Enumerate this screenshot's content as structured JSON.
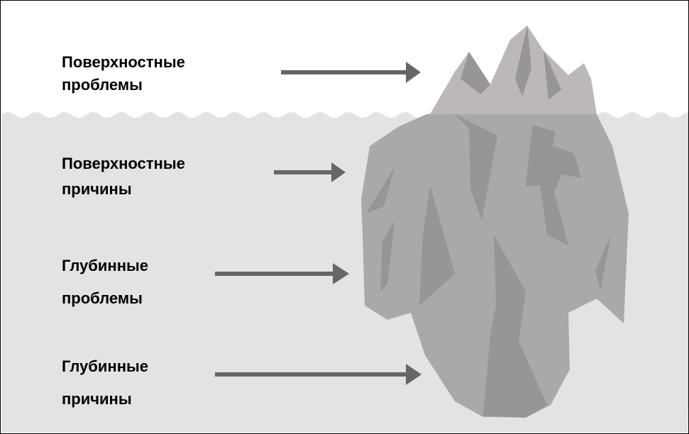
{
  "colors": {
    "water": "#e3e3e3",
    "ice_above": "#bcb8b8",
    "ice_below": "#aba8a8",
    "ice_shadow": "#979596",
    "arrow": "#666666",
    "wave_line": "#ffffff"
  },
  "labels": [
    {
      "line1": "Поверхностные",
      "line2": "проблемы"
    },
    {
      "line1": "Поверхностные",
      "line2": "причины"
    },
    {
      "line1": "Глубинные",
      "line2": "проблемы"
    },
    {
      "line1": "Глубинные",
      "line2": "причины"
    }
  ]
}
